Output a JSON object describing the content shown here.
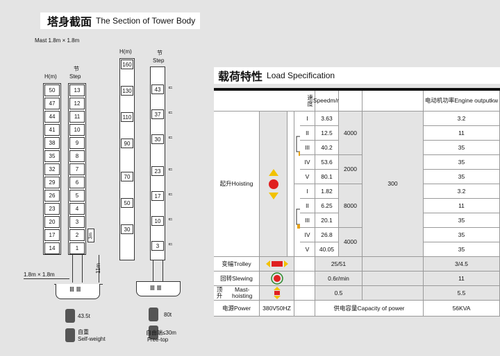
{
  "section": {
    "title_zh": "塔身截面",
    "title_en": "The Section of Tower Body"
  },
  "mast_label": "Mast 1.8m × 1.8m",
  "left_tower": {
    "h_header": "H(m)",
    "step_header_zh": "节",
    "step_header_en": "Step",
    "heights": [
      "50",
      "47",
      "44",
      "41",
      "38",
      "35",
      "32",
      "29",
      "26",
      "23",
      "20",
      "17",
      "14"
    ],
    "steps": [
      "13",
      "12",
      "11",
      "10",
      "9",
      "8",
      "7",
      "6",
      "5",
      "4",
      "3",
      "2",
      "1"
    ],
    "dim_3m": "3m",
    "dim_11m": "11m",
    "base_label": "1.8m × 1.8m",
    "weight": "43.5t",
    "self_weight_zh": "自重",
    "self_weight_en": "Self-weight"
  },
  "right_tower": {
    "h_header": "H(m)",
    "step_header_zh": "节",
    "step_header_en": "Step",
    "heights": [
      "160",
      "130",
      "110",
      "90",
      "70",
      "50",
      "30"
    ],
    "steps": [
      "43",
      "37",
      "30",
      "23",
      "17",
      "10",
      "3"
    ],
    "weight": "80t",
    "free_top_zh": "自由端≤30m",
    "free_top_en": "Free-top"
  },
  "load": {
    "title_zh": "载荷特性",
    "title_en": "Load Specification"
  },
  "table": {
    "speed_zh": "速度",
    "speed_en": "Speed",
    "speed_unit": "m/min",
    "power_zh": "电动机功率",
    "power_en": "Engine output",
    "power_unit": "kw",
    "hoisting_zh": "起升",
    "hoisting_en": "Hoisting",
    "gears": [
      "I",
      "II",
      "III",
      "IV",
      "V",
      "I",
      "II",
      "III",
      "IV",
      "V"
    ],
    "speeds": [
      "3.63",
      "12.5",
      "40.2",
      "53.6",
      "80.1",
      "1.82",
      "6.25",
      "20.1",
      "26.8",
      "40.05"
    ],
    "loads": [
      "4000",
      "2000",
      "8000",
      "4000"
    ],
    "hoist_total": "300",
    "powers": [
      "3.2",
      "11",
      "35",
      "35",
      "35",
      "3.2",
      "11",
      "35",
      "35",
      "35"
    ],
    "trolley_zh": "变幅",
    "trolley_en": "Trolley",
    "trolley_speed": "25/51",
    "trolley_power": "3/4.5",
    "slewing_zh": "回转",
    "slewing_en": "Slewing",
    "slewing_speed": "0.6",
    "slewing_unit": "r/min",
    "slewing_power": "11",
    "mast_zh": "顶升",
    "mast_en": "Mast-hoisting",
    "mast_speed": "0.5",
    "mast_power": "5.5",
    "power_row_zh": "电源",
    "power_row_en": "Power",
    "voltage": "380V",
    "freq": "50HZ",
    "cap_zh": "供电容量",
    "cap_en": "Capacity of power",
    "cap_value": "56KVA"
  },
  "colors": {
    "red": "#e02020",
    "yellow": "#f2c200",
    "orange": "#e8a317",
    "bg": "#e4e4e4"
  }
}
